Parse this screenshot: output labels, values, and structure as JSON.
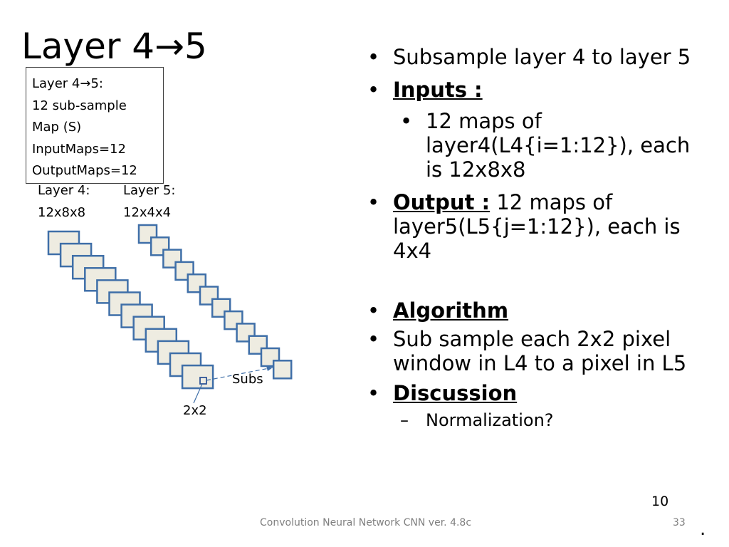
{
  "title": "Layer 4→5",
  "info_box": {
    "line1": "Layer 4→5:",
    "line2": "12 sub-sample",
    "line3": "Map (S)",
    "line4": "InputMaps=12",
    "line5": "OutputMaps=12"
  },
  "labels": {
    "layer4_name": "Layer 4:",
    "layer4_size": "12x8x8",
    "layer5_name": "Layer 5:",
    "layer5_size": "12x4x4",
    "subs": "Subs",
    "window": "2x2"
  },
  "bullets": {
    "b1": "Subsample layer 4 to layer 5",
    "b2": "Inputs :",
    "b2_sub": "12 maps of layer4(L4{i=1:12}), each is 12x8x8",
    "b3_label": "Output :",
    "b3_text": " 12 maps of layer5(L5{j=1:12}), each is 4x4",
    "b4": "Algorithm",
    "b5": "Sub sample each 2x2 pixel window in L4 to a pixel in L5",
    "b6": "Discussion",
    "b6_sub": "Normalization?"
  },
  "footer": {
    "center": "Convolution Neural Network CNN ver. 4.8c",
    "page": "33",
    "number": "10",
    "dot": "."
  },
  "colors": {
    "map_fill": "#eeece1",
    "map_stroke": "#3f6fa8",
    "footer_text": "#7f7f7f"
  }
}
